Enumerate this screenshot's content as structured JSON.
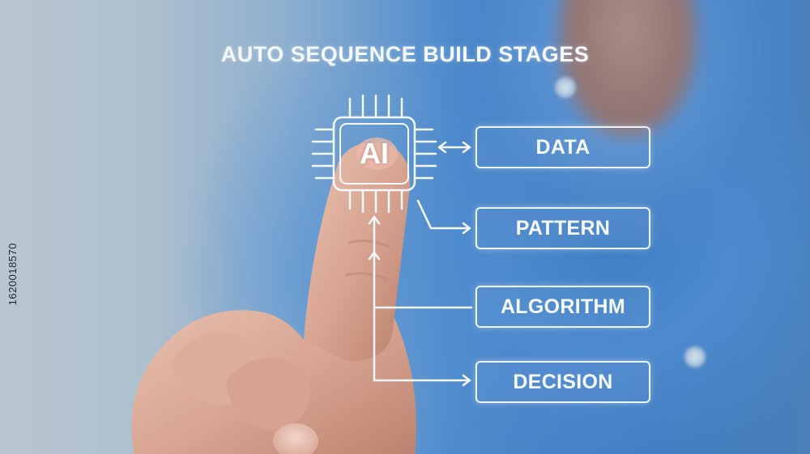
{
  "title": "AUTO SEQUENCE BUILD STAGES",
  "chip": {
    "label": "AI",
    "icon": "ai-chip-icon"
  },
  "stages": [
    {
      "label": "DATA"
    },
    {
      "label": "PATTERN"
    },
    {
      "label": "ALGORITHM"
    },
    {
      "label": "DECISION"
    }
  ],
  "side_id": "1620018570",
  "colors": {
    "overlay_line": "#f4f8fc",
    "shirt": "#4a86c8",
    "background": "#b9c6d1"
  }
}
